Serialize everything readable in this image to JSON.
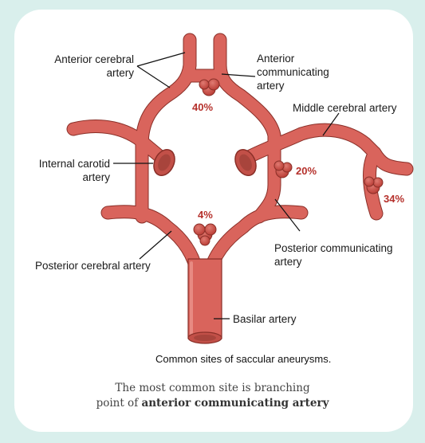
{
  "labels": {
    "anterior_cerebral": [
      "Anterior cerebral",
      "artery"
    ],
    "anterior_communicating": [
      "Anterior",
      "communicating",
      "artery"
    ],
    "middle_cerebral": "Middle cerebral artery",
    "internal_carotid": [
      "Internal carotid",
      "artery"
    ],
    "posterior_communicating": [
      "Posterior communicating",
      "artery"
    ],
    "posterior_cerebral": "Posterior cerebral artery",
    "basilar": "Basilar artery"
  },
  "percentages": {
    "anterior_communicating": "40%",
    "middle_cerebral": "34%",
    "internal_carotid": "20%",
    "basilar_tip": "4%"
  },
  "caption": "Common sites of saccular aneurysms.",
  "footer": {
    "line1": "The most common site is branching",
    "line2_prefix": "point of ",
    "line2_bold": "anterior communicating artery"
  },
  "colors": {
    "page_background": "#d9efec",
    "card": "#ffffff",
    "vessel": "#d9645c",
    "vessel_outline": "#8a2f28",
    "aneurysm": "#c9463f",
    "percent_text": "#b5302b"
  }
}
